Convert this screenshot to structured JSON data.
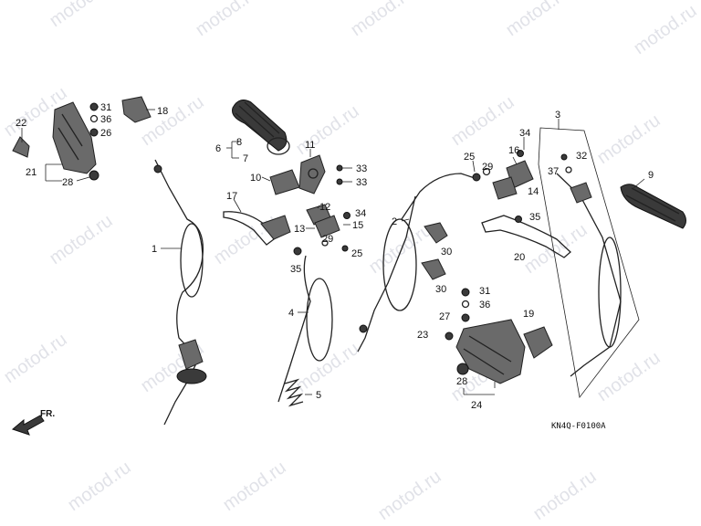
{
  "watermark": "motod.ru",
  "diagram_code": "KN4Q-F0100A",
  "direction_label": "FR.",
  "callouts": [
    {
      "id": "c22",
      "label": "22"
    },
    {
      "id": "c31a",
      "label": "31"
    },
    {
      "id": "c36a",
      "label": "36"
    },
    {
      "id": "c26",
      "label": "26"
    },
    {
      "id": "c18",
      "label": "18"
    },
    {
      "id": "c21",
      "label": "21"
    },
    {
      "id": "c28a",
      "label": "28"
    },
    {
      "id": "c6",
      "label": "6"
    },
    {
      "id": "c8",
      "label": "8"
    },
    {
      "id": "c7",
      "label": "7"
    },
    {
      "id": "c11",
      "label": "11"
    },
    {
      "id": "c10",
      "label": "10"
    },
    {
      "id": "c33a",
      "label": "33"
    },
    {
      "id": "c33b",
      "label": "33"
    },
    {
      "id": "c17",
      "label": "17"
    },
    {
      "id": "c12",
      "label": "12"
    },
    {
      "id": "c34a",
      "label": "34"
    },
    {
      "id": "c13",
      "label": "13"
    },
    {
      "id": "c15",
      "label": "15"
    },
    {
      "id": "c29a",
      "label": "29"
    },
    {
      "id": "c25a",
      "label": "25"
    },
    {
      "id": "c35a",
      "label": "35"
    },
    {
      "id": "c1",
      "label": "1"
    },
    {
      "id": "c4",
      "label": "4"
    },
    {
      "id": "c5",
      "label": "5"
    },
    {
      "id": "c2",
      "label": "2"
    },
    {
      "id": "c25b",
      "label": "25"
    },
    {
      "id": "c29b",
      "label": "29"
    },
    {
      "id": "c16",
      "label": "16"
    },
    {
      "id": "c34b",
      "label": "34"
    },
    {
      "id": "c14",
      "label": "14"
    },
    {
      "id": "c30a",
      "label": "30"
    },
    {
      "id": "c30b",
      "label": "30"
    },
    {
      "id": "c35b",
      "label": "35"
    },
    {
      "id": "c20",
      "label": "20"
    },
    {
      "id": "c3",
      "label": "3"
    },
    {
      "id": "c32",
      "label": "32"
    },
    {
      "id": "c37",
      "label": "37"
    },
    {
      "id": "c9",
      "label": "9"
    },
    {
      "id": "c31b",
      "label": "31"
    },
    {
      "id": "c36b",
      "label": "36"
    },
    {
      "id": "c27",
      "label": "27"
    },
    {
      "id": "c23",
      "label": "23"
    },
    {
      "id": "c19",
      "label": "19"
    },
    {
      "id": "c28b",
      "label": "28"
    },
    {
      "id": "c24",
      "label": "24"
    }
  ]
}
